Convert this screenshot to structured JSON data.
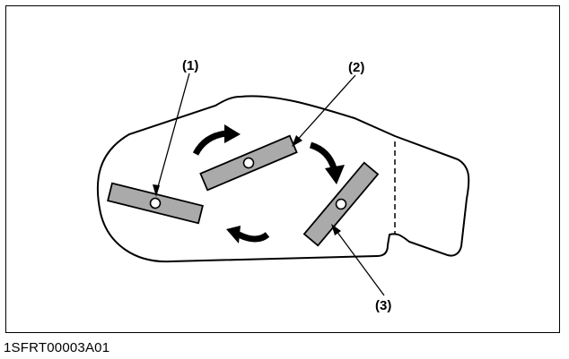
{
  "figure": {
    "code": "1SFRT00003A01",
    "callouts": [
      {
        "id": "1",
        "label": "(1)"
      },
      {
        "id": "2",
        "label": "(2)"
      },
      {
        "id": "3",
        "label": "(3)"
      }
    ]
  },
  "colors": {
    "line": "#000000",
    "plate_fill": "#aaaaaa",
    "background": "#ffffff"
  },
  "icons": [
    "curved-arrow-icon",
    "pivot-circle-icon"
  ]
}
